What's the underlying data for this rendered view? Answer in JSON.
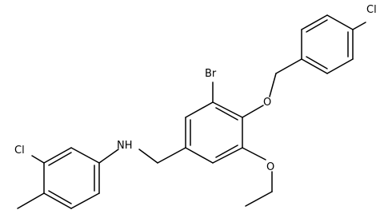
{
  "atom_labels": {
    "cl_top": "Cl",
    "br": "Br",
    "o_ether": "O",
    "o_ethoxy": "O",
    "nh": "NH",
    "cl_left": "Cl"
  }
}
